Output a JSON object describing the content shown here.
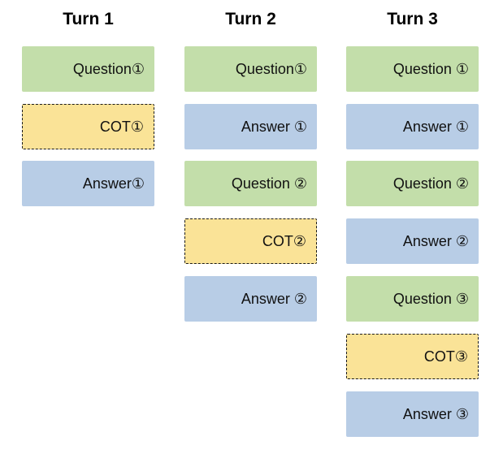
{
  "turns": [
    {
      "title": "Turn 1",
      "blocks": [
        {
          "kind": "question",
          "label": "Question①"
        },
        {
          "kind": "cot",
          "label": "COT①"
        },
        {
          "kind": "answer",
          "label": "Answer①"
        }
      ]
    },
    {
      "title": "Turn 2",
      "blocks": [
        {
          "kind": "question",
          "label": "Question①"
        },
        {
          "kind": "answer",
          "label": "Answer ①"
        },
        {
          "kind": "question",
          "label": "Question ②"
        },
        {
          "kind": "cot",
          "label": "COT②"
        },
        {
          "kind": "answer",
          "label": "Answer ②"
        }
      ]
    },
    {
      "title": "Turn 3",
      "blocks": [
        {
          "kind": "question",
          "label": "Question ①"
        },
        {
          "kind": "answer",
          "label": "Answer ①"
        },
        {
          "kind": "question",
          "label": "Question ②"
        },
        {
          "kind": "answer",
          "label": "Answer ②"
        },
        {
          "kind": "question",
          "label": "Question ③"
        },
        {
          "kind": "cot",
          "label": "COT③"
        },
        {
          "kind": "answer",
          "label": "Answer ③"
        }
      ]
    }
  ],
  "colors": {
    "question": "#c3deaa",
    "answer": "#b8cde6",
    "cot": "#fae397"
  }
}
